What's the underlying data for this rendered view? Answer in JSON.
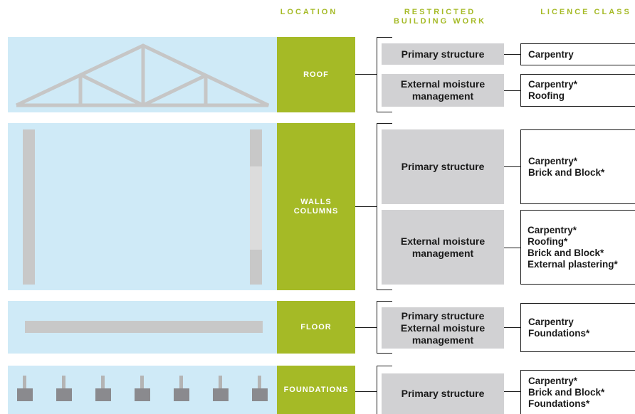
{
  "headers": {
    "location": "LOCATION",
    "restricted_line1": "RESTRICTED",
    "restricted_line2": "BUILDING WORK",
    "licence_class": "LICENCE CLASS"
  },
  "colors": {
    "accent_green": "#a5ba26",
    "pale_blue": "#cfeaf7",
    "box_gray": "#d1d1d3",
    "line": "#1a1a1a"
  },
  "rows": [
    {
      "location": "ROOF",
      "illustration": "roof-truss",
      "work": [
        {
          "lines": [
            "Primary structure"
          ],
          "licences": [
            "Carpentry"
          ]
        },
        {
          "lines": [
            "External moisture",
            "management"
          ],
          "licences": [
            "Carpentry*",
            "Roofing"
          ]
        }
      ]
    },
    {
      "location_lines": [
        "WALLS",
        "COLUMNS"
      ],
      "illustration": "wall-columns",
      "work": [
        {
          "lines": [
            "Primary structure"
          ],
          "licences": [
            "Carpentry*",
            "Brick and Block*"
          ]
        },
        {
          "lines": [
            "External moisture",
            "management"
          ],
          "licences": [
            "Carpentry*",
            "Roofing*",
            "Brick and Block*",
            "External plastering*"
          ]
        }
      ]
    },
    {
      "location": "FLOOR",
      "illustration": "floor-slab",
      "work": [
        {
          "lines": [
            "Primary structure",
            "External moisture",
            "management"
          ],
          "licences": [
            "Carpentry",
            "Foundations*"
          ]
        }
      ]
    },
    {
      "location": "FOUNDATIONS",
      "illustration": "footings",
      "work": [
        {
          "lines": [
            "Primary structure"
          ],
          "licences": [
            "Carpentry*",
            "Brick and Block*",
            "Foundations*"
          ]
        }
      ]
    }
  ]
}
